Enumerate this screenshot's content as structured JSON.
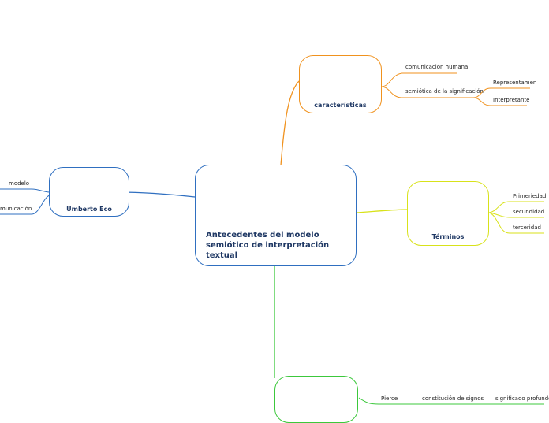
{
  "central": {
    "title": "Antecedentes del modelo semiótico de interpretación textual"
  },
  "caracteristicas": {
    "title": "características",
    "items": [
      "comunicación humana",
      "semiótica de la significación"
    ],
    "sub_items": [
      "Representamen",
      "Interpretante"
    ]
  },
  "terminos": {
    "title": "Términos",
    "items": [
      "Primeriedad",
      "secundidad",
      "terceridad"
    ]
  },
  "umberto": {
    "title": "Umberto Eco",
    "items": [
      "modelo",
      "municación"
    ]
  },
  "bottom": {
    "items": [
      "Pierce",
      "constitución de signos",
      "significado profundo"
    ]
  },
  "colors": {
    "central": "#2f6fc0",
    "caracteristicas": "#f0921e",
    "terminos": "#d8e21a",
    "umberto": "#2f6fc0",
    "bottom": "#3cc83c"
  }
}
